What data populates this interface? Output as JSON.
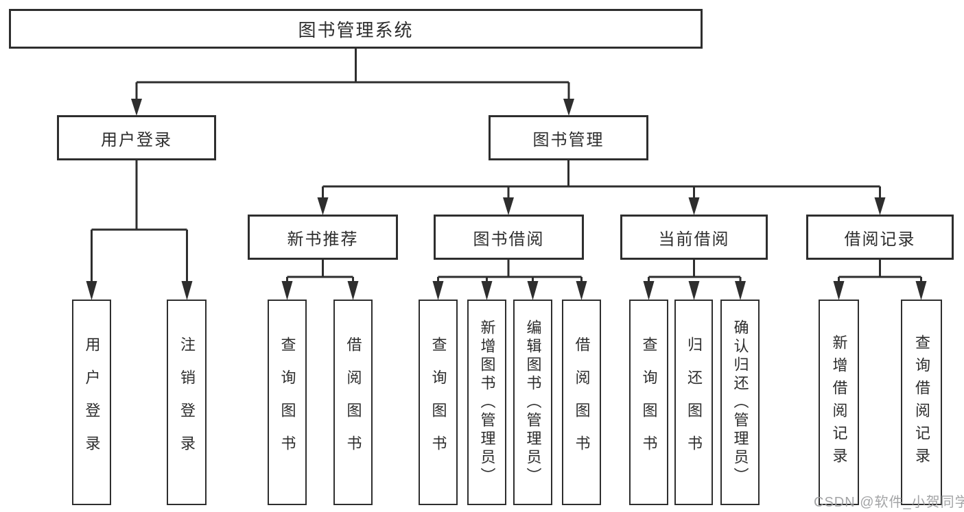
{
  "nodes": {
    "root": "图书管理系统",
    "user_login": "用户登录",
    "book_mgmt": "图书管理",
    "new_book": "新书推荐",
    "book_borrow": "图书借阅",
    "current_borrow": "当前借阅",
    "borrow_record": "借阅记录"
  },
  "leaves": {
    "user_login": "用户登录",
    "logout": "注销登录",
    "nb_query": "查询图书",
    "nb_borrow": "借阅图书",
    "bb_query": "查询图书",
    "bb_add": "新增图书（管理员）",
    "bb_edit": "编辑图书（管理员）",
    "bb_borrow": "借阅图书",
    "cb_query": "查询图书",
    "cb_return": "归还图书",
    "cb_confirm": "确认归还（管理员）",
    "br_add": "新增借阅记录",
    "br_query": "查询借阅记录"
  },
  "watermark": "CSDN @软件_小贺同学",
  "colors": {
    "line": "#2e2e2e",
    "text": "#2d2d2d",
    "watermark": "#9fa0a2"
  }
}
